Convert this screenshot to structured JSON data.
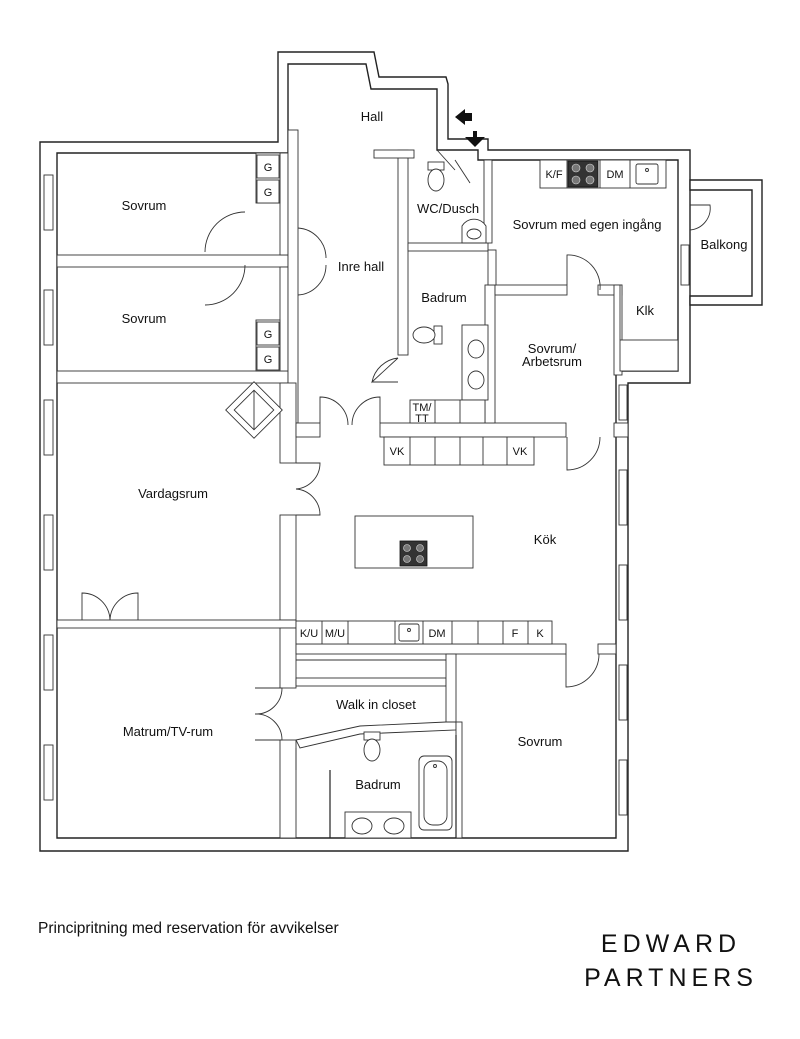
{
  "rooms": {
    "hall": "Hall",
    "sovrum_1": "Sovrum",
    "sovrum_2": "Sovrum",
    "inre_hall": "Inre hall",
    "wc_dusch": "WC/Dusch",
    "sovrum_egen_ingang": "Sovrum med egen ingång",
    "balkong": "Balkong",
    "badrum_1": "Badrum",
    "klk": "Klk",
    "sovrum_arbetsrum_1": "Sovrum/",
    "sovrum_arbetsrum_2": "Arbetsrum",
    "vardagsrum": "Vardagsrum",
    "kok": "Kök",
    "walk_in_closet": "Walk in closet",
    "matrum_tv": "Matrum/TV-rum",
    "sovrum_3": "Sovrum",
    "badrum_2": "Badrum"
  },
  "fixtures": {
    "g1": "G",
    "g2": "G",
    "g3": "G",
    "g4": "G",
    "kf_top": "K/F",
    "dm_top": "DM",
    "tmtt_1": "TM/",
    "tmtt_2": "TT",
    "vk_left": "VK",
    "vk_right": "VK",
    "ku": "K/U",
    "mu": "M/U",
    "dm_kitchen": "DM",
    "f": "F",
    "k": "K"
  },
  "footer": {
    "disclaimer": "Principritning med reservation för avvikelser",
    "brand_line1": "EDWARD",
    "brand_line2": "PARTNERS"
  }
}
